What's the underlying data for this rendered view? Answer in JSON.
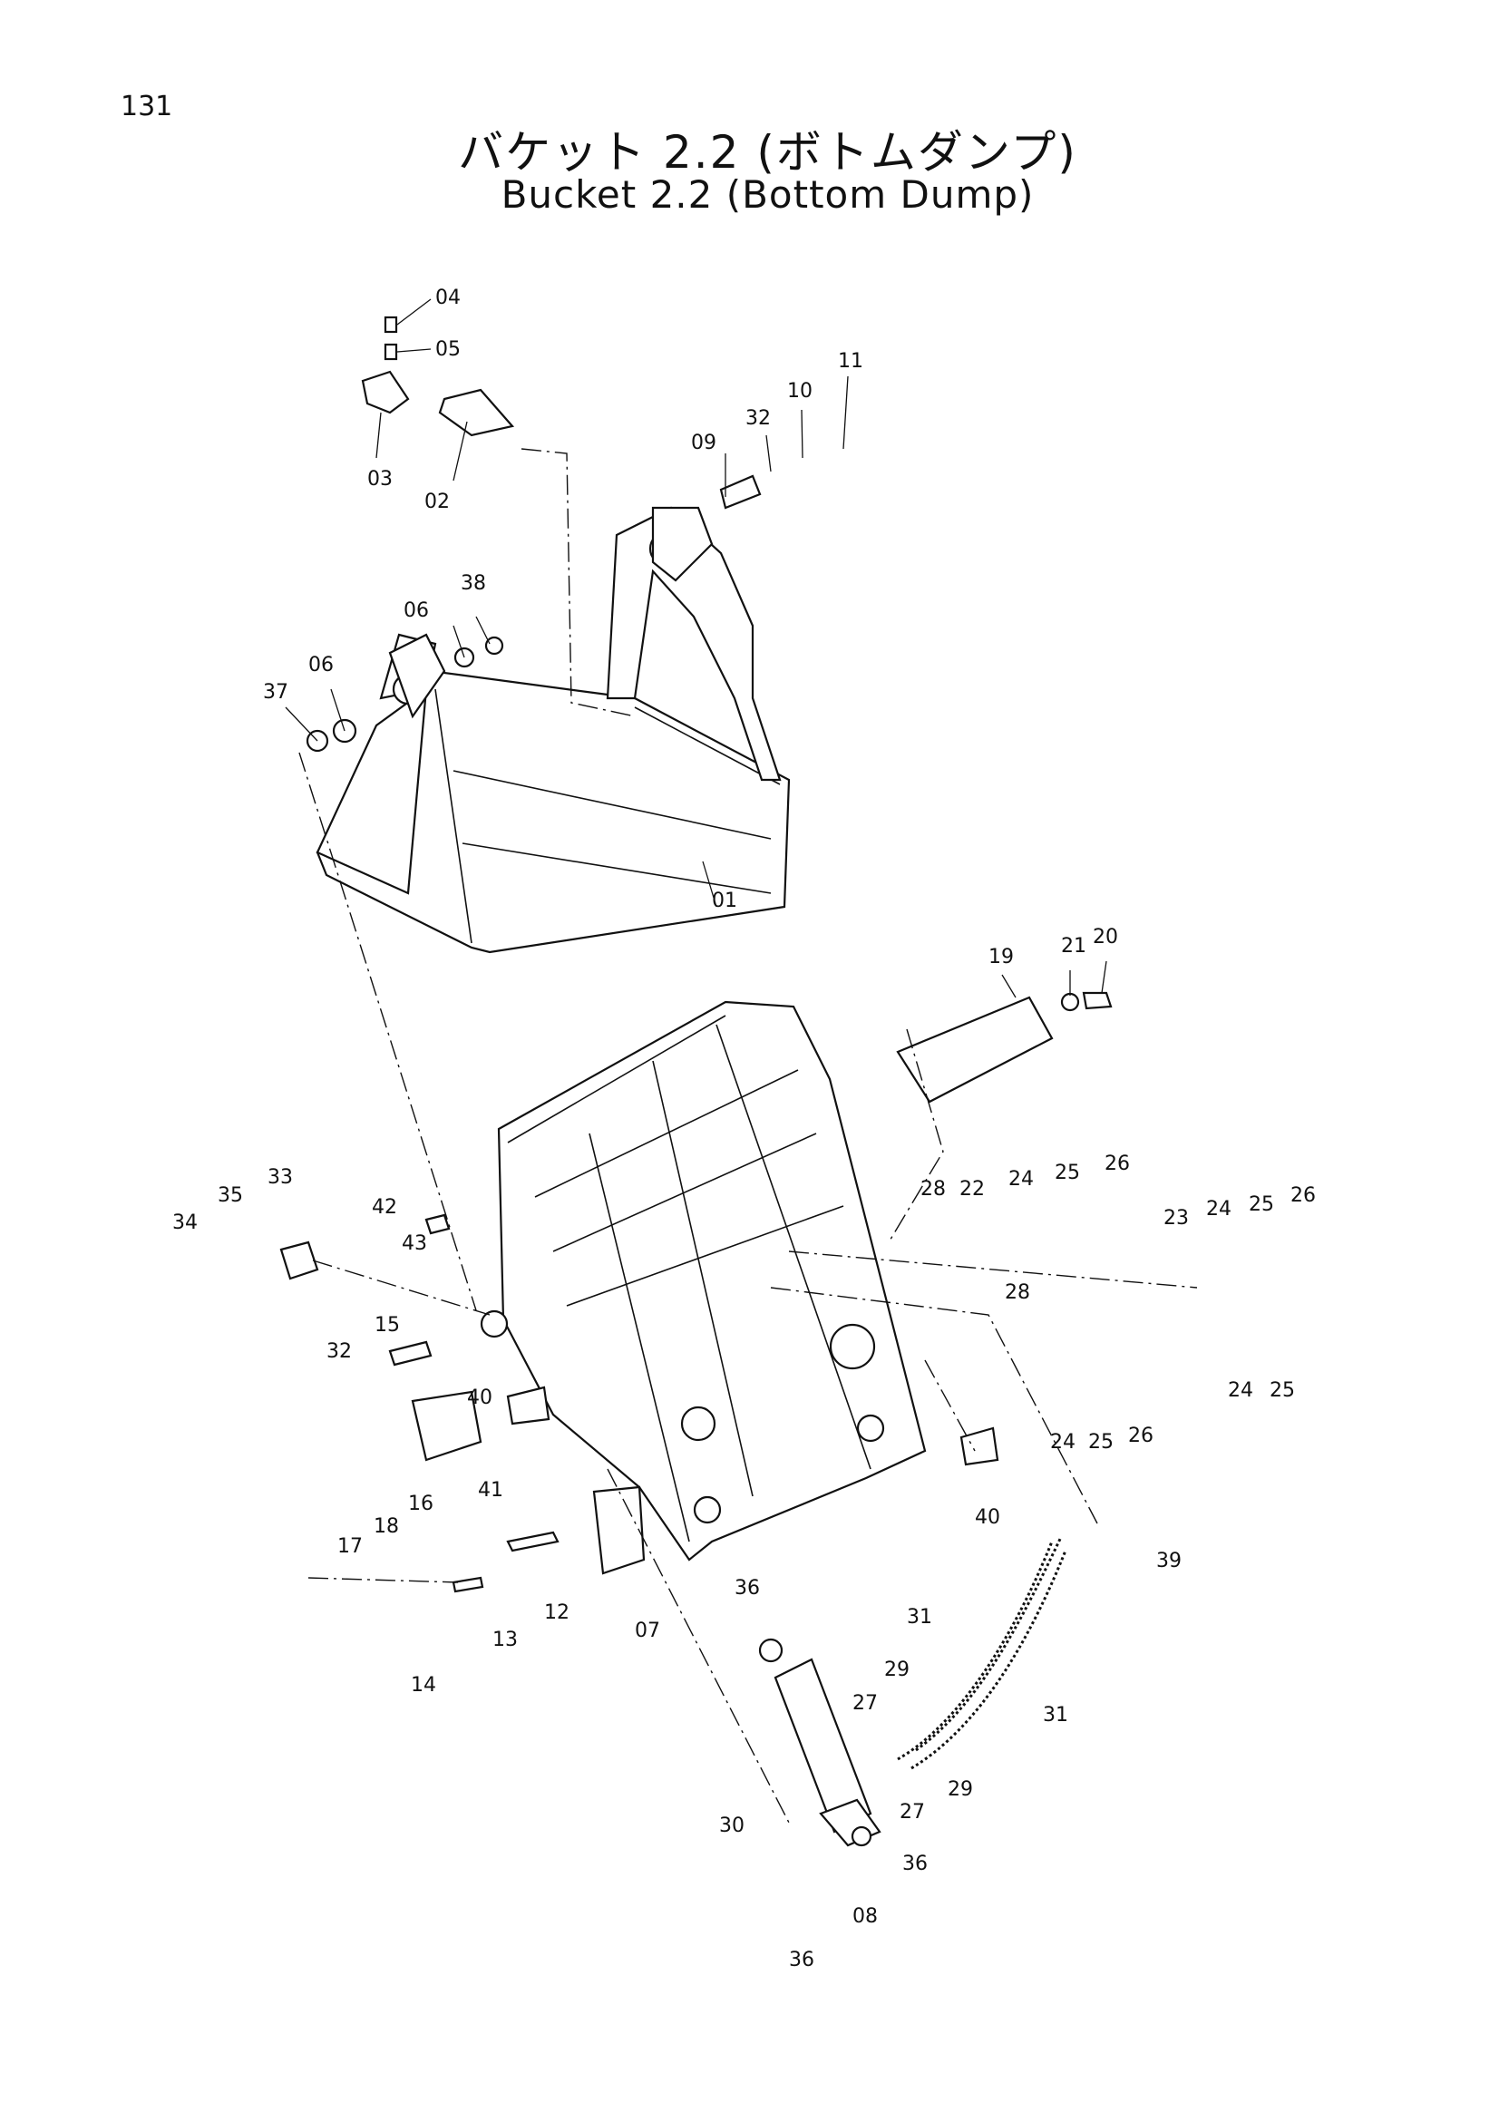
{
  "page": {
    "number": "131",
    "title_ja": "バケット 2.2 (ボトムダンプ)",
    "title_en": "Bucket 2.2 (Bottom Dump)"
  },
  "callouts": {
    "c01": "01",
    "c02": "02",
    "c03": "03",
    "c04": "04",
    "c05": "05",
    "c06a": "06",
    "c06b": "06",
    "c07": "07",
    "c08": "08",
    "c09": "09",
    "c10": "10",
    "c11": "11",
    "c12": "12",
    "c13": "13",
    "c14": "14",
    "c15": "15",
    "c16": "16",
    "c17": "17",
    "c18": "18",
    "c19": "19",
    "c20": "20",
    "c21": "21",
    "c22": "22",
    "c23": "23",
    "c24a": "24",
    "c24b": "24",
    "c24c": "24",
    "c24d": "24",
    "c25a": "25",
    "c25b": "25",
    "c25c": "25",
    "c25d": "25",
    "c26a": "26",
    "c26b": "26",
    "c26c": "26",
    "c27a": "27",
    "c27b": "27",
    "c28a": "28",
    "c28b": "28",
    "c29a": "29",
    "c29b": "29",
    "c30": "30",
    "c31a": "31",
    "c31b": "31",
    "c32a": "32",
    "c32b": "32",
    "c33": "33",
    "c34": "34",
    "c35": "35",
    "c36a": "36",
    "c36b": "36",
    "c36c": "36",
    "c37": "37",
    "c38": "38",
    "c39": "39",
    "c40a": "40",
    "c40b": "40",
    "c41": "41",
    "c42": "42",
    "c43": "43"
  }
}
